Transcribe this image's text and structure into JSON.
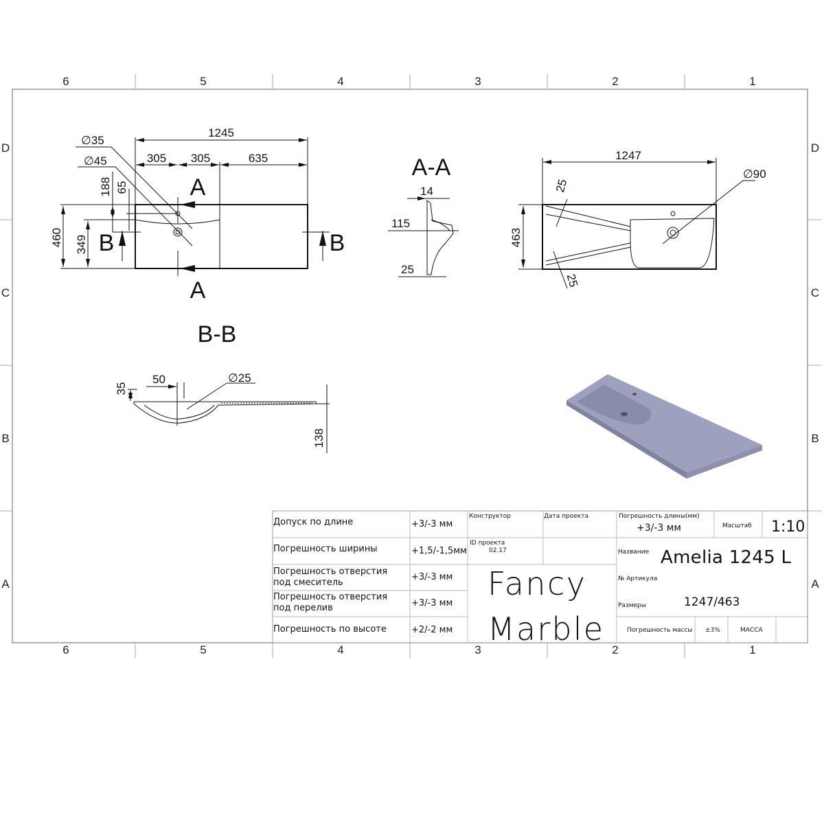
{
  "zones": {
    "columns": [
      "6",
      "5",
      "4",
      "3",
      "2",
      "1"
    ],
    "rows": [
      "D",
      "C",
      "B",
      "A"
    ]
  },
  "top_view": {
    "dim_total": "1245",
    "dim_a": "305",
    "dim_b": "305",
    "dim_c": "635",
    "dia_mixer": "∅35",
    "dia_drain": "∅45",
    "dim_188": "188",
    "dim_65": "65",
    "dim_460": "460",
    "dim_349": "349",
    "cut_a_top": "A",
    "cut_a_bottom": "A",
    "cut_b_left": "B",
    "cut_b_right": "B"
  },
  "section_aa": {
    "title": "A-A",
    "dim_14": "14",
    "dim_115": "115",
    "dim_25": "25"
  },
  "right_view": {
    "dim_1247": "1247",
    "dim_463": "463",
    "dim_25_top": "25",
    "dim_25_bottom": "25",
    "dia_90": "∅90"
  },
  "section_bb": {
    "title": "B-B",
    "dim_50": "50",
    "dim_35": "35",
    "dia_25": "∅25",
    "dim_138": "138"
  },
  "title_block": {
    "rows": [
      {
        "label": "Допуск по длине",
        "value": "+3/-3 мм"
      },
      {
        "label": "Погрешность ширины",
        "value": "+1,5/-1,5мм"
      },
      {
        "label": "Погрешность отверстия",
        "label2": "под смеситель",
        "value": "+3/-3 мм"
      },
      {
        "label": "Погрешность отверстия",
        "label2": "под перелив",
        "value": "+3/-3 мм"
      },
      {
        "label": "Погрешность по высоте",
        "value": "+2/-2 мм"
      }
    ],
    "designer_label": "Конструктор",
    "date_label": "Дата проекта",
    "project_id_label": "ID проекта",
    "project_id": "02.17",
    "brand_line1": "Fancy",
    "brand_line2": "Marble",
    "length_tolerance_label": "Погрешность длины(мм)",
    "length_tolerance": "+3/-3 мм",
    "scale_label": "Масштаб",
    "scale": "1:10",
    "name_label": "Название",
    "name": "Amelia 1245 L",
    "article_label": "№ Артикула",
    "size_label": "Размеры",
    "size": "1247/463",
    "mass_tolerance_label": "Погрешность массы",
    "mass_tolerance": "±3%",
    "mass_label": "МАССА"
  },
  "colors": {
    "render_top": "#9ea1bd",
    "render_side": "#7f82a0",
    "render_basin": "#8a8daa"
  }
}
